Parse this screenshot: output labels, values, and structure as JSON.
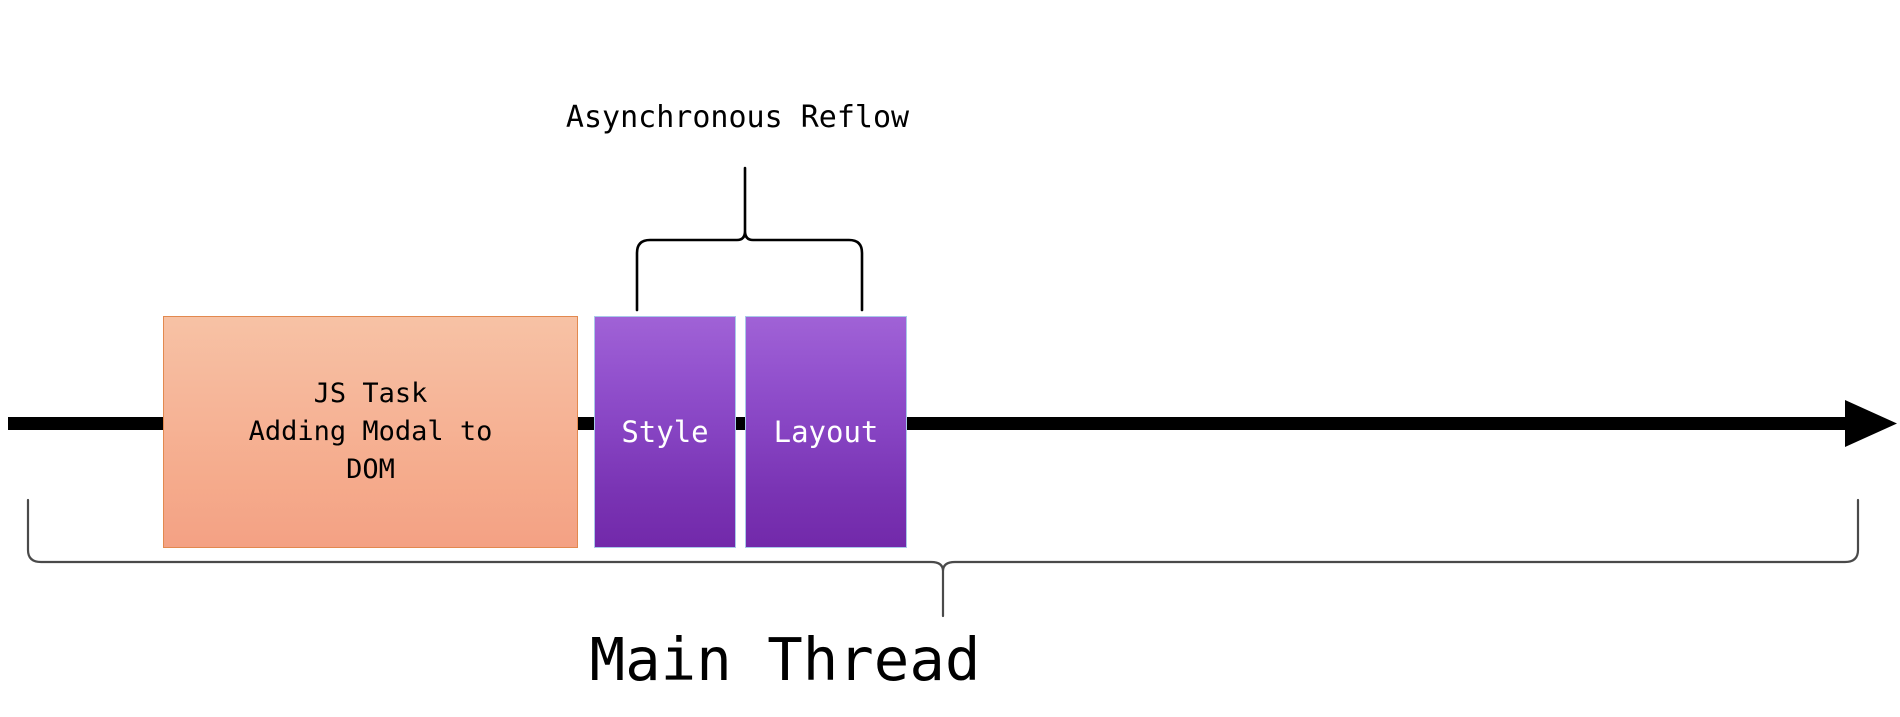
{
  "diagram": {
    "title_top": "Asynchronous Reflow",
    "title_bottom": "Main Thread",
    "timeline": {
      "name": "main-thread-timeline",
      "direction": "left-to-right",
      "color": "#000000"
    },
    "blocks": [
      {
        "id": "js-task",
        "label": "JS Task\nAdding Modal to\nDOM",
        "text_color": "#000000",
        "fill_top": "#f7c2a5",
        "fill_bottom": "#f4a184",
        "border_color": "#e2894f"
      },
      {
        "id": "style",
        "label": "Style",
        "text_color": "#ffffff",
        "fill_top": "#a062d6",
        "fill_bottom": "#7229aa",
        "border_color": "#a9c9e9"
      },
      {
        "id": "layout",
        "label": "Layout",
        "text_color": "#ffffff",
        "fill_top": "#a062d6",
        "fill_bottom": "#7229aa",
        "border_color": "#a9c9e9"
      }
    ],
    "braces": [
      {
        "id": "async-reflow-brace",
        "orientation": "up",
        "spans": [
          "style",
          "layout"
        ],
        "label": "Asynchronous Reflow",
        "color": "#000000"
      },
      {
        "id": "main-thread-brace",
        "orientation": "down",
        "spans": [
          "js-task",
          "style",
          "layout",
          "timeline"
        ],
        "label": "Main Thread",
        "color": "#4a4a4a"
      }
    ]
  }
}
